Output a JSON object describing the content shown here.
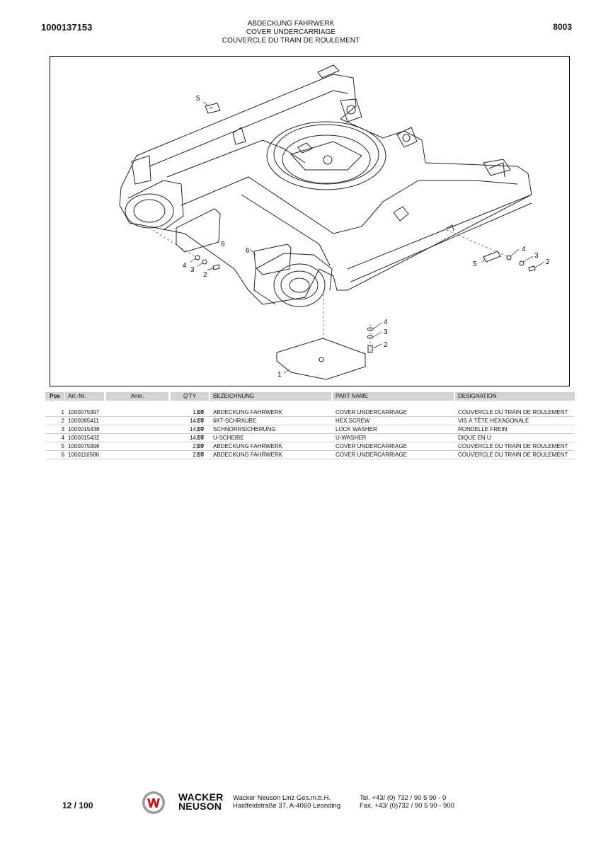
{
  "header": {
    "document_number": "1000137153",
    "group_number": "8003",
    "title_de": "ABDECKUNG FAHRWERK",
    "title_en": "COVER UNDERCARRIAGE",
    "title_fr": "COUVERCLE DU TRAIN DE ROULEMENT"
  },
  "figure": {
    "callouts": {
      "pos5_top": "5",
      "pos6_left": "6",
      "pos4_left": "4",
      "pos3_left": "3",
      "pos2_left": "2",
      "pos6_mid": "6",
      "pos5_right": "5",
      "pos4_right": "4",
      "pos3_right": "3",
      "pos2_right": "2",
      "pos4_bottom": "4",
      "pos3_bottom": "3",
      "pos2_bottom": "2",
      "pos1_bottom": "1"
    }
  },
  "table": {
    "headers": {
      "pos": "Pos",
      "art_nr": "Art.-Nr.",
      "anm": "Anm.",
      "qty": "Q'TY",
      "bezeichnung": "BEZEICHNUNG",
      "part_name": "PART NAME",
      "designation": "DESIGNATION"
    },
    "rows": [
      {
        "pos": "1",
        "art": "1000075397",
        "qty": "1,00",
        "unit": "ST",
        "de": "ABDECKUNG FAHRWERK",
        "en": "COVER UNDERCARRIAGE",
        "fr": "COUVERCLE DU TRAIN DE ROULEMENT"
      },
      {
        "pos": "2",
        "art": "1000085411",
        "qty": "14,00",
        "unit": "ST",
        "de": "6KT-SCHRAUBE",
        "en": "HEX SCREW",
        "fr": "VIS À TÊTE HEXAGONALE"
      },
      {
        "pos": "3",
        "art": "1000015438",
        "qty": "14,00",
        "unit": "ST",
        "de": "SCHNORRSICHERUNG",
        "en": "LOCK WASHER",
        "fr": "RONDELLE FREIN"
      },
      {
        "pos": "4",
        "art": "1000015432",
        "qty": "14,00",
        "unit": "ST",
        "de": "U-SCHEIBE",
        "en": "U-WASHER",
        "fr": "DIQUE EN U"
      },
      {
        "pos": "5",
        "art": "1000075396",
        "qty": "2,00",
        "unit": "ST",
        "de": "ABDECKUNG FAHRWERK",
        "en": "COVER UNDERCARRIAGE",
        "fr": "COUVERCLE DU TRAIN DE ROULEMENT"
      },
      {
        "pos": "6",
        "art": "1000116586",
        "qty": "2,00",
        "unit": "ST",
        "de": "ABDECKUNG FAHRWERK",
        "en": "COVER UNDERCARRIAGE",
        "fr": "COUVERCLE DU TRAIN DE ROULEMENT"
      }
    ]
  },
  "footer": {
    "page": "12 / 100",
    "brand_line1": "WACKER",
    "brand_line2": "NEUSON",
    "company": "Wacker Neuson Linz  Ges.m.b.H.",
    "address": "Haidfeldstraße 37, A-4060 Leonding",
    "tel": "Tel. +43/ (0) 732 / 90 5 90 - 0",
    "fax": "Fax. +43/ (0)732 / 90 5 90 - 900",
    "colors": {
      "logo_red": "#c4161c",
      "logo_gray": "#9a9a9a"
    }
  }
}
